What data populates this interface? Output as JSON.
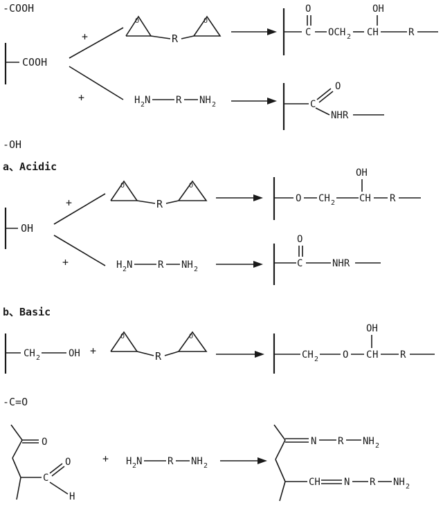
{
  "sections": {
    "cooh": {
      "header": "-COOH",
      "reactant": "COOH",
      "plus1": "+",
      "plus2": "+",
      "epoxide_r": "R",
      "amine": {
        "h": "H",
        "two": "2",
        "n": "N",
        "r": "R",
        "nh": "NH",
        "two_b": "2"
      },
      "product1": {
        "o": "O",
        "oh": "OH",
        "c": "C",
        "och": "OCH",
        "two": "2",
        "ch": "CH",
        "r": "R"
      },
      "product2": {
        "o": "O",
        "c": "C",
        "nhr": "NHR"
      }
    },
    "oh": {
      "header": "-OH",
      "label_a": "a、Acidic",
      "reactant": "OH",
      "plus1": "+",
      "plus2": "+",
      "epoxide_r": "R",
      "amine": {
        "h": "H",
        "two": "2",
        "n": "N",
        "r": "R",
        "nh": "NH",
        "two_b": "2"
      },
      "product1": {
        "o": "O",
        "ch": "CH",
        "two": "2",
        "oh": "OH",
        "ch2": "CH",
        "r": "R"
      },
      "product2": {
        "o": "O",
        "c": "C",
        "nhr": "NHR"
      }
    },
    "basic": {
      "label_b": "b、Basic",
      "ch": "CH",
      "two": "2",
      "oh": "OH",
      "plus": "+",
      "epoxide_r": "R",
      "product": {
        "ch": "CH",
        "two": "2",
        "o": "O",
        "oh": "OH",
        "c": "C",
        "h": "H",
        "r": "R"
      }
    },
    "co": {
      "header": "-C=O",
      "ketone_o": "O",
      "ald_c": "C",
      "ald_o": "O",
      "ald_h": "H",
      "plus": "+",
      "amine": {
        "h": "H",
        "two": "2",
        "n": "N",
        "r": "R",
        "nh": "NH",
        "two_b": "2"
      },
      "product": {
        "n1": "N",
        "r1": "R",
        "nh1": "NH",
        "two1": "2",
        "ch": "CH",
        "n2": "N",
        "r2": "R",
        "nh2": "NH",
        "two2": "2"
      }
    }
  }
}
